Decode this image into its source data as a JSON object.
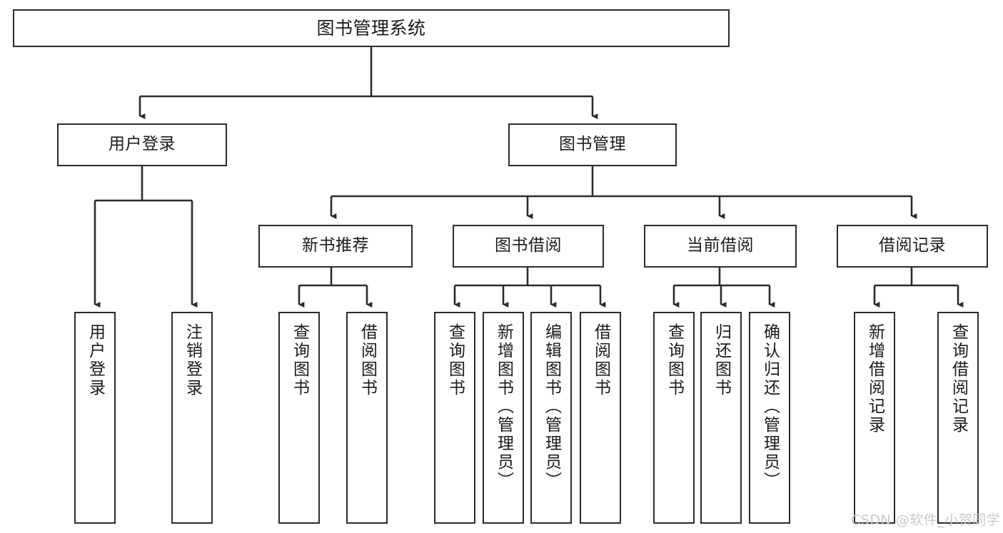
{
  "diagram": {
    "title": "图书管理系统",
    "type": "tree-hierarchy-chart",
    "stroke_color": "#2b2b2b",
    "text_color": "#1a1a1a",
    "background_color": "#ffffff"
  },
  "nodes": {
    "root": {
      "label": "图书管理系统"
    },
    "level1": [
      {
        "label": "用户登录"
      },
      {
        "label": "图书管理"
      }
    ],
    "level2": [
      {
        "label": "新书推荐"
      },
      {
        "label": "图书借阅"
      },
      {
        "label": "当前借阅"
      },
      {
        "label": "借阅记录"
      }
    ],
    "leaves": [
      {
        "label": "用户登录"
      },
      {
        "label": "注销登录"
      },
      {
        "label": "查询图书"
      },
      {
        "label": "借阅图书"
      },
      {
        "label": "查询图书"
      },
      {
        "label": "新增图书（管理员）"
      },
      {
        "label": "编辑图书（管理员）"
      },
      {
        "label": "借阅图书"
      },
      {
        "label": "查询图书"
      },
      {
        "label": "归还图书"
      },
      {
        "label": "确认归还（管理员）"
      },
      {
        "label": "新增借阅记录"
      },
      {
        "label": "查询借阅记录"
      }
    ]
  },
  "watermark": {
    "text": "CSDN @软件_小贺同学",
    "color": "#c9c9c9"
  }
}
